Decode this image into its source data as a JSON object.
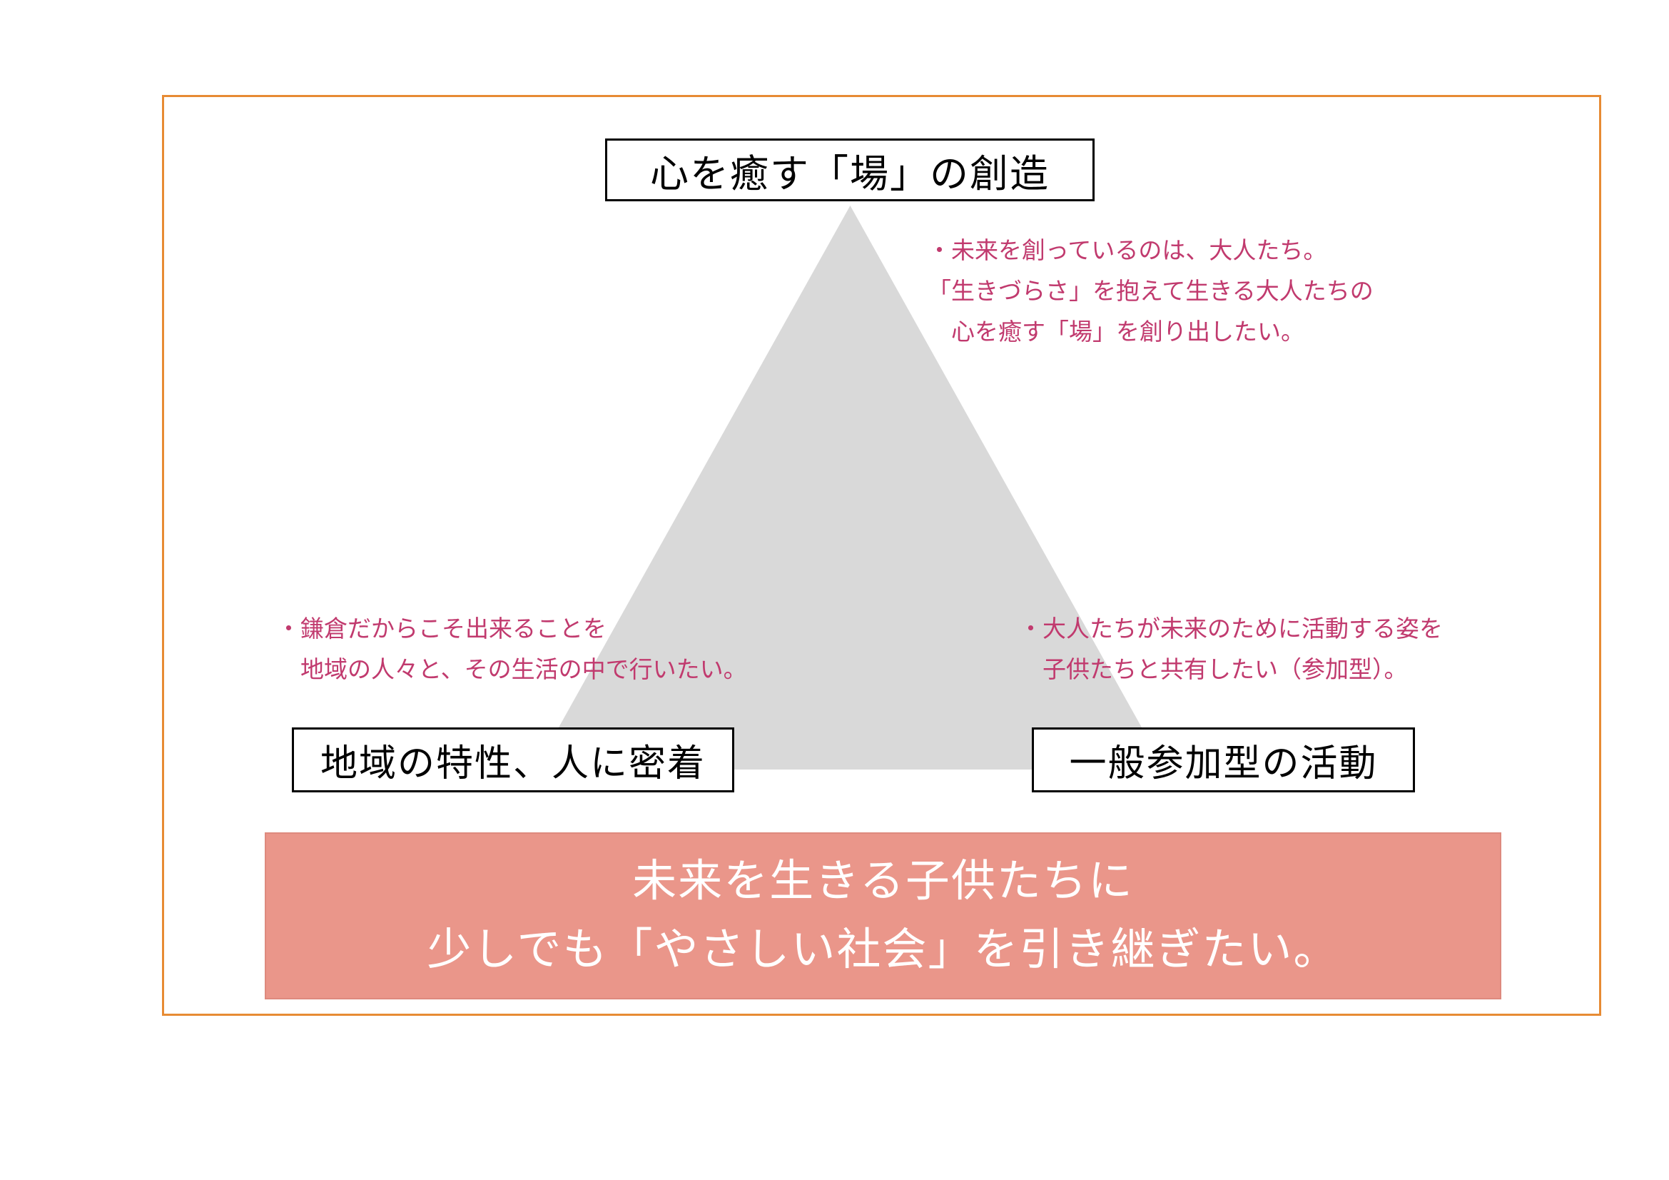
{
  "colors": {
    "frame_border": "#e78b34",
    "triangle": "#d9d9d9",
    "annotation": "#c13a6e",
    "banner_bg": "#ea968a",
    "banner_text": "#ffffff",
    "box_border": "#000000"
  },
  "boxes": {
    "top": {
      "label": "心を癒す「場」の創造"
    },
    "bottom_left": {
      "label": "地域の特性、人に密着"
    },
    "bottom_right": {
      "label": "一般参加型の活動"
    }
  },
  "annotations": {
    "top_right": {
      "lines": [
        "・未来を創っているのは、大人たち。",
        "「生きづらさ」を抱えて生きる大人たちの",
        "　心を癒す「場」を創り出したい。"
      ]
    },
    "left": {
      "lines": [
        "・鎌倉だからこそ出来ることを",
        "　地域の人々と、その生活の中で行いたい。"
      ]
    },
    "right": {
      "lines": [
        "・大人たちが未来のために活動する姿を",
        "　子供たちと共有したい（参加型）。"
      ]
    }
  },
  "banner": {
    "lines": [
      "未来を生きる子供たちに",
      "少しでも「やさしい社会」を引き継ぎたい。"
    ]
  }
}
